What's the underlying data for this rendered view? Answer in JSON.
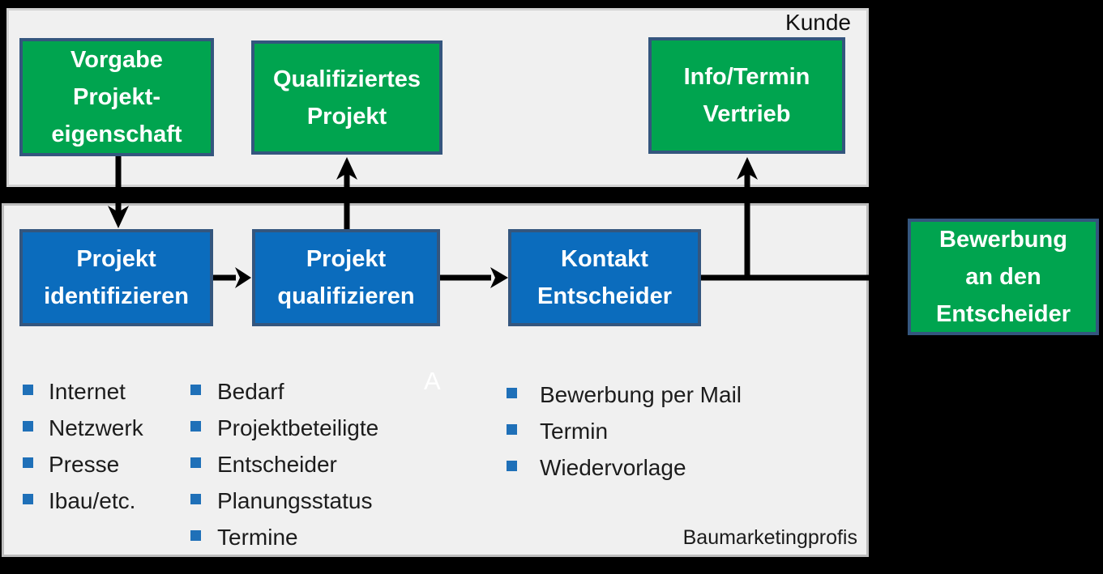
{
  "diagram": {
    "lane_labels": {
      "customer": "Kunde",
      "company": "Baumarketingprofis"
    },
    "watermark": "A",
    "colors": {
      "background": "#000000",
      "lane_fill": "#F0F0F0",
      "lane_border": "#C6C6C6",
      "green_box_fill": "#00A44F",
      "blue_box_fill": "#0B6CBD",
      "box_border": "#34567E",
      "box_text": "#FFFFFF",
      "bullet": "#1F70B8",
      "list_text": "#1C1C1C",
      "arrow": "#000000"
    },
    "boxes": {
      "vorgabe": {
        "label": "Vorgabe\nProjekt-\neigenschaft",
        "type": "green"
      },
      "qualifiziertes_projekt": {
        "label": "Qualifiziertes\nProjekt",
        "type": "green"
      },
      "info_termin": {
        "label": "Info/Termin\nVertrieb",
        "type": "green"
      },
      "bewerbung": {
        "label": "Bewerbung\nan den\nEntscheider",
        "type": "green"
      },
      "projekt_identifizieren": {
        "label": "Projekt\nidentifizieren",
        "type": "blue"
      },
      "projekt_qualifizieren": {
        "label": "Projekt\nqualifizieren",
        "type": "blue"
      },
      "kontakt_entscheider": {
        "label": "Kontakt\nEntscheider",
        "type": "blue"
      }
    },
    "lists": {
      "column1": {
        "items": [
          "Internet",
          "Netzwerk",
          "Presse",
          "Ibau/etc."
        ]
      },
      "column2": {
        "items": [
          "Bedarf",
          "Projektbeteiligte",
          "Entscheider",
          "Planungsstatus",
          "Termine"
        ]
      },
      "column3": {
        "items": [
          "Bewerbung per Mail",
          "Termin",
          "Wiedervorlage"
        ]
      }
    }
  }
}
